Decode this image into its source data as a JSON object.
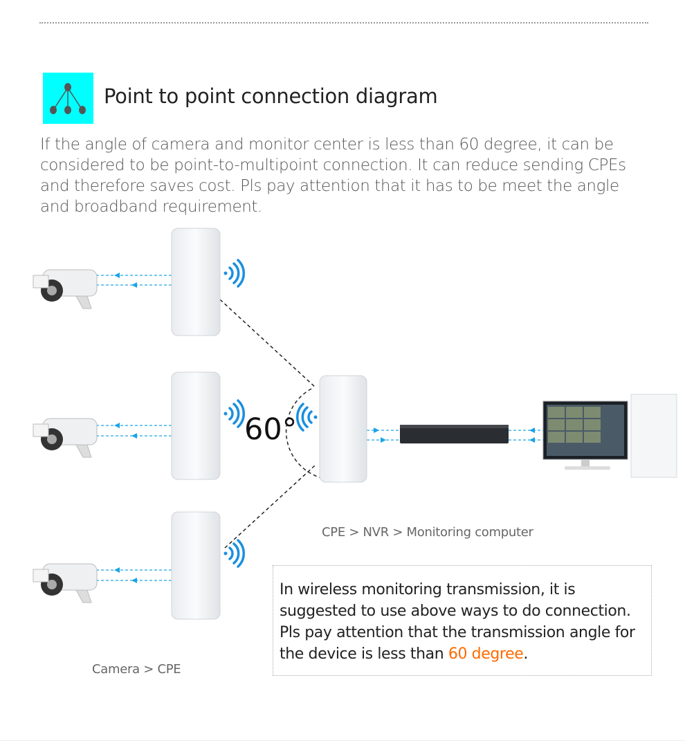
{
  "header": {
    "title": "Point to point connection diagram",
    "intro": "If the angle of camera and monitor center is less than 60 degree, it can be considered to be point-to-multipoint connection. It can reduce sending CPEs and therefore saves cost. Pls pay attention that it has to be meet the angle and broadband requirement."
  },
  "diagram": {
    "angle_label": "60°",
    "caption_left": "Camera > CPE",
    "caption_right": "CPE > NVR > Monitoring computer",
    "accent_color": "#00ffff",
    "arrow_color": "#1aa3e8"
  },
  "note": {
    "text_before": "In wireless monitoring transmission, it is suggested to use above ways to do connection. Pls pay attention that the transmission angle for the device is less than ",
    "highlight": "60 degree",
    "text_after": ".",
    "highlight_color": "#ff6a00"
  }
}
